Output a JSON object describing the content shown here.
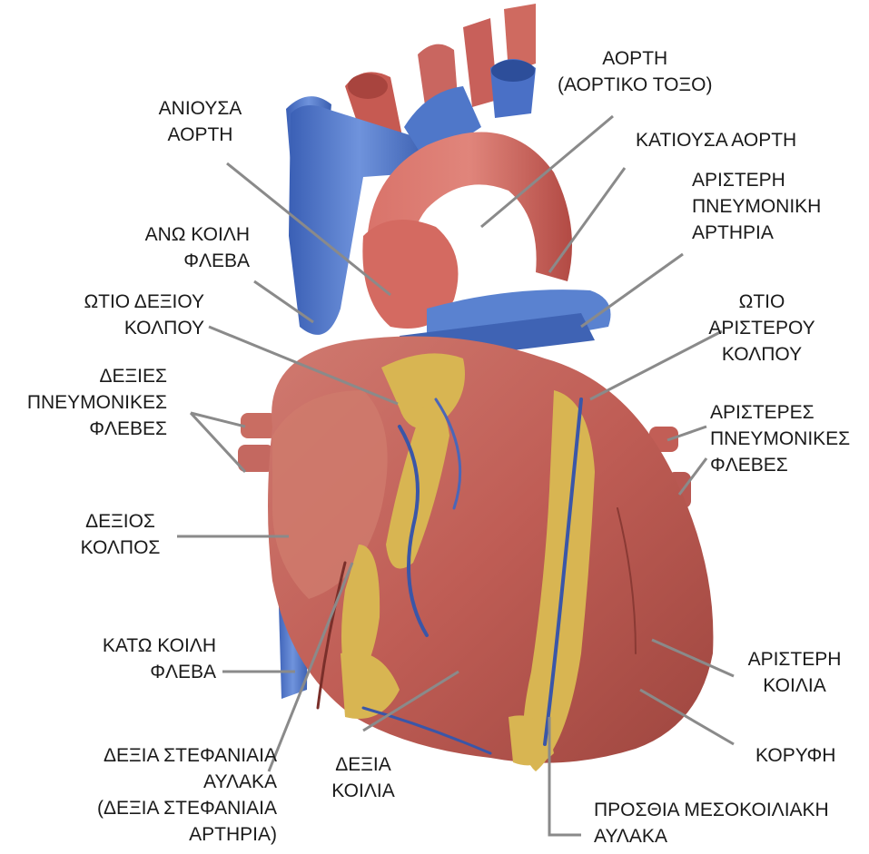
{
  "colors": {
    "artery_red": "#c9574e",
    "vein_blue": "#4a72c6",
    "fat_yellow": "#d8b552",
    "muscle": "#c0625a",
    "leader_line": "#8a8a8a"
  },
  "labels": {
    "aorta_arch": [
      "ΑΟΡΤΗ",
      "(ΑΟΡΤΙΚΟ ΤΟΞΟ)"
    ],
    "ascending_aorta": [
      "ΑΝΙΟΥΣΑ",
      "ΑΟΡΤΗ"
    ],
    "descending_aorta": [
      "ΚΑΤΙΟΥΣΑ ΑΟΡΤΗ"
    ],
    "left_pulmonary_artery": [
      "ΑΡΙΣΤΕΡΗ",
      "ΠΝΕΥΜΟΝΙΚΗ",
      "ΑΡΤΗΡΙΑ"
    ],
    "superior_vena_cava": [
      "ΑΝΩ ΚΟΙΛΗ",
      "ΦΛΕΒΑ"
    ],
    "right_auricle": [
      "ΩΤΙΟ ΔΕΞΙΟΥ",
      "ΚΟΛΠΟΥ"
    ],
    "left_auricle": [
      "ΩΤΙΟ",
      "ΑΡΙΣΤΕΡΟΥ",
      "ΚΟΛΠΟΥ"
    ],
    "right_pulmonary_veins": [
      "ΔΕΞΙΕΣ",
      "ΠΝΕΥΜΟΝΙΚΕΣ",
      "ΦΛΕΒΕΣ"
    ],
    "left_pulmonary_veins": [
      "ΑΡΙΣΤΕΡΕΣ",
      "ΠΝΕΥΜΟΝΙΚΕΣ",
      "ΦΛΕΒΕΣ"
    ],
    "right_atrium": [
      "ΔΕΞΙΟΣ",
      "ΚΟΛΠΟΣ"
    ],
    "inferior_vena_cava": [
      "ΚΑΤΩ ΚΟΙΛΗ",
      "ΦΛΕΒΑ"
    ],
    "left_ventricle": [
      "ΑΡΙΣΤΕΡΗ",
      "ΚΟΙΛΙΑ"
    ],
    "apex": [
      "ΚΟΡΥΦΗ"
    ],
    "right_coronary_sulcus": [
      "ΔΕΞΙΑ ΣΤΕΦΑΝΙΑΙΑ",
      "ΑΥΛΑΚΑ",
      "(ΔΕΞΙΑ ΣΤΕΦΑΝΙΑΙΑ",
      "ΑΡΤΗΡΙΑ)"
    ],
    "right_ventricle": [
      "ΔΕΞΙΑ",
      "ΚΟΙΛΙΑ"
    ],
    "anterior_interventricular_sulcus": [
      "ΠΡΟΣΘΙΑ ΜΕΣΟΚΟΙΛΙΑΚΗ",
      "ΑΥΛΑΚΑ"
    ]
  }
}
